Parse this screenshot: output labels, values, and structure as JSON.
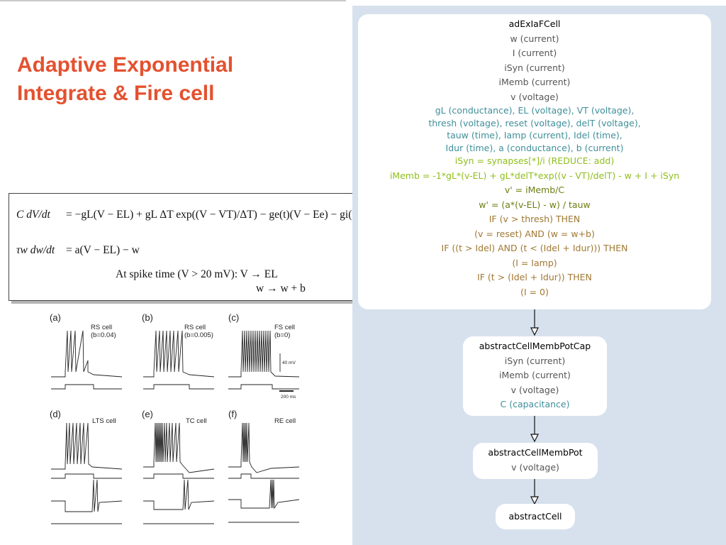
{
  "slide": {
    "title_line1": "Adaptive Exponential",
    "title_line2": "Integrate & Fire cell"
  },
  "equations": {
    "eq1_lhs": "C dV/dt",
    "eq1_rhs": "= −gL(V − EL) + gL ΔT exp((V − VT)/ΔT) − ge(t)(V − Ee) − gi(t)(V − Ei) − w",
    "eq2_lhs": "τw dw/dt",
    "eq2_rhs": "= a(V − EL) − w",
    "spike_line": "At spike time (V > 20 mV): V → EL",
    "spike_line2": "w → w + b"
  },
  "traces": {
    "panels": [
      {
        "tag": "(a)",
        "name": "RS cell",
        "param": "(b=0.04)"
      },
      {
        "tag": "(b)",
        "name": "RS cell",
        "param": "(b=0.005)"
      },
      {
        "tag": "(c)",
        "name": "FS cell",
        "param": "(b=0)"
      },
      {
        "tag": "(d)",
        "name": "LTS cell",
        "param": ""
      },
      {
        "tag": "(e)",
        "name": "TC cell",
        "param": ""
      },
      {
        "tag": "(f)",
        "name": "RE cell",
        "param": ""
      }
    ],
    "scale_v": "40 mV",
    "scale_t": "200 ms"
  },
  "diagram": {
    "adex": {
      "name": "adExIaFCell",
      "exposures": [
        "w (current)",
        "I (current)",
        "iSyn (current)",
        "iMemb (current)",
        "v (voltage)"
      ],
      "parameters": [
        "gL (conductance), EL (voltage), VT (voltage),",
        "thresh (voltage), reset (voltage), delT (voltage),",
        "tauw (time), Iamp (current), Idel (time),",
        "Idur (time), a (conductance), b (current)"
      ],
      "derived": [
        "iSyn = synapses[*]/i  (REDUCE: add)",
        "iMemb = -1*gL*(v-EL) + gL*delT*exp((v - VT)/delT) - w + I + iSyn"
      ],
      "dynamics": [
        "v' = iMemb/C",
        "w' = (a*(v-EL) - w) / tauw"
      ],
      "events": [
        "IF (v > thresh) THEN",
        "(v = reset)  AND  (w = w+b)",
        "IF ((t > Idel) AND (t < (Idel + Idur))) THEN",
        "(I = Iamp)",
        "IF (t > (Idel + Idur)) THEN",
        "(I = 0)"
      ]
    },
    "cap": {
      "name": "abstractCellMembPotCap",
      "exposures": [
        "iSyn (current)",
        "iMemb (current)",
        "v (voltage)"
      ],
      "parameters": [
        "C (capacitance)"
      ]
    },
    "pot": {
      "name": "abstractCellMembPot",
      "exposures": [
        "v (voltage)"
      ]
    },
    "base": {
      "name": "abstractCell"
    }
  },
  "colors": {
    "title": "#e4512f",
    "panel_bg": "#d6e1ed",
    "parameter": "#3f8f9a",
    "derived": "#8fbe1b",
    "dynamics": "#6f7d12",
    "events": "#a07832"
  }
}
